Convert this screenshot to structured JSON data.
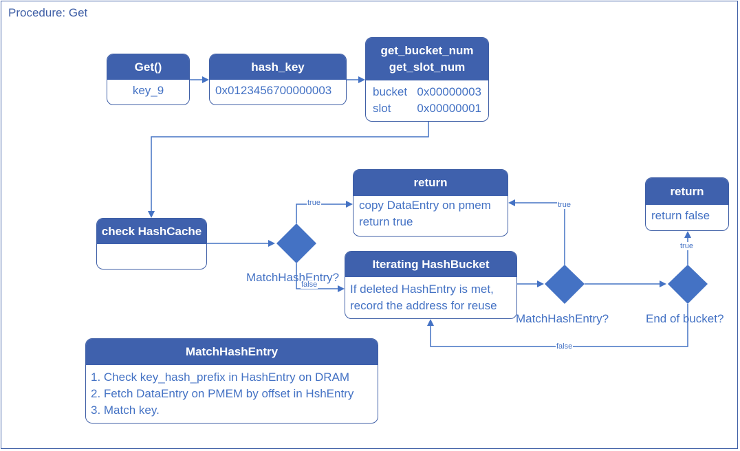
{
  "title": "Procedure: Get",
  "boxes": {
    "get": {
      "header": "Get()",
      "lines": [
        "key_9"
      ]
    },
    "hash_key": {
      "header": "hash_key",
      "lines": [
        "0x0123456700000003"
      ]
    },
    "bucket": {
      "header": [
        "get_bucket_num",
        "get_slot_num"
      ],
      "rows": [
        {
          "label": "bucket",
          "value": "0x00000003"
        },
        {
          "label": "slot",
          "value": "0x00000001"
        }
      ]
    },
    "check_cache": {
      "header": "check HashCache",
      "lines": []
    },
    "return_true": {
      "header": "return",
      "lines": [
        "copy DataEntry on pmem",
        "return true"
      ]
    },
    "iterating": {
      "header": "Iterating HashBucket",
      "lines": [
        "If deleted HashEntry is met,",
        "record the address for reuse"
      ]
    },
    "return_false": {
      "header": "return",
      "lines": [
        "return false"
      ]
    },
    "match_def": {
      "header": "MatchHashEntry",
      "lines": [
        "1. Check key_hash_prefix in HashEntry on DRAM",
        "2. Fetch DataEntry on PMEM by offset in HshEntry",
        "3. Match key."
      ]
    }
  },
  "decisions": {
    "match1": "MatchHashEntry?",
    "match2": "MatchHashEntry?",
    "end": "End of bucket?"
  },
  "edge_labels": {
    "m1_true": "true",
    "m1_false": "false",
    "m2_true": "true",
    "end_true": "true",
    "end_false": "false"
  },
  "colors": {
    "header_fill": "#3f61ad",
    "text": "#4472c4",
    "diamond": "#4472c4",
    "line": "#4472c4"
  }
}
